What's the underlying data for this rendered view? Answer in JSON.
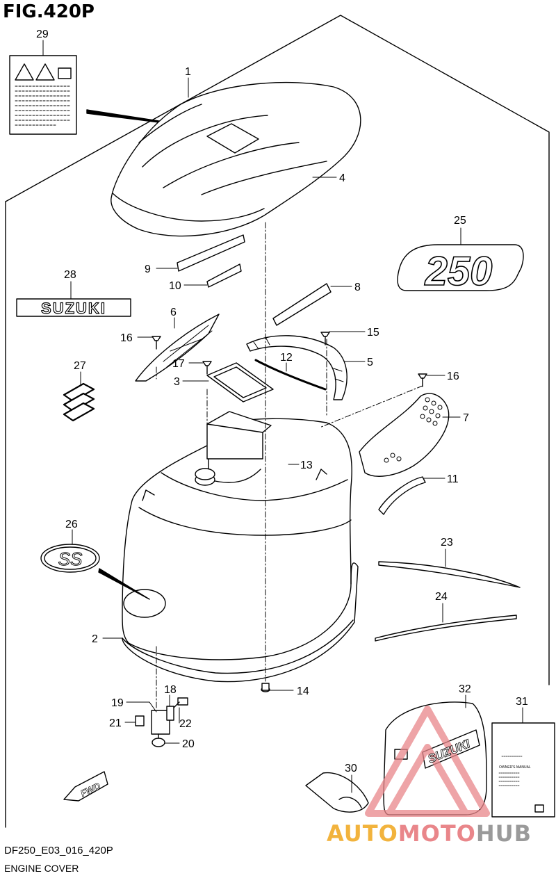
{
  "figure": {
    "title": "FIG.420P",
    "code": "DF250_E03_016_420P",
    "name": "ENGINE COVER"
  },
  "callouts": {
    "c1": "1",
    "c2": "2",
    "c3": "3",
    "c4": "4",
    "c5": "5",
    "c6": "6",
    "c7": "7",
    "c8": "8",
    "c9": "9",
    "c10": "10",
    "c11": "11",
    "c12": "12",
    "c13": "13",
    "c14": "14",
    "c15": "15",
    "c16a": "16",
    "c16b": "16",
    "c17": "17",
    "c18": "18",
    "c19": "19",
    "c20": "20",
    "c21": "21",
    "c22": "22",
    "c23": "23",
    "c24": "24",
    "c25": "25",
    "c26": "26",
    "c27": "27",
    "c28": "28",
    "c29": "29",
    "c30": "30",
    "c31": "31",
    "c32": "32"
  },
  "decals": {
    "suzuki": "SUZUKI",
    "model_number": "250",
    "ss": "SS",
    "fwd": "FWD",
    "bag_brand": "SUZUKI"
  },
  "manual": {
    "title": "OWNER'S MANUAL"
  },
  "watermark": {
    "part1": "AUTO",
    "part2": "MOTO",
    "part3": "HUB"
  },
  "colors": {
    "line": "#000000",
    "watermark_yellow": "#f2b33d",
    "watermark_pink": "#e9868a",
    "watermark_gray": "#9a9a9a",
    "shade": "#e6e6e6"
  }
}
